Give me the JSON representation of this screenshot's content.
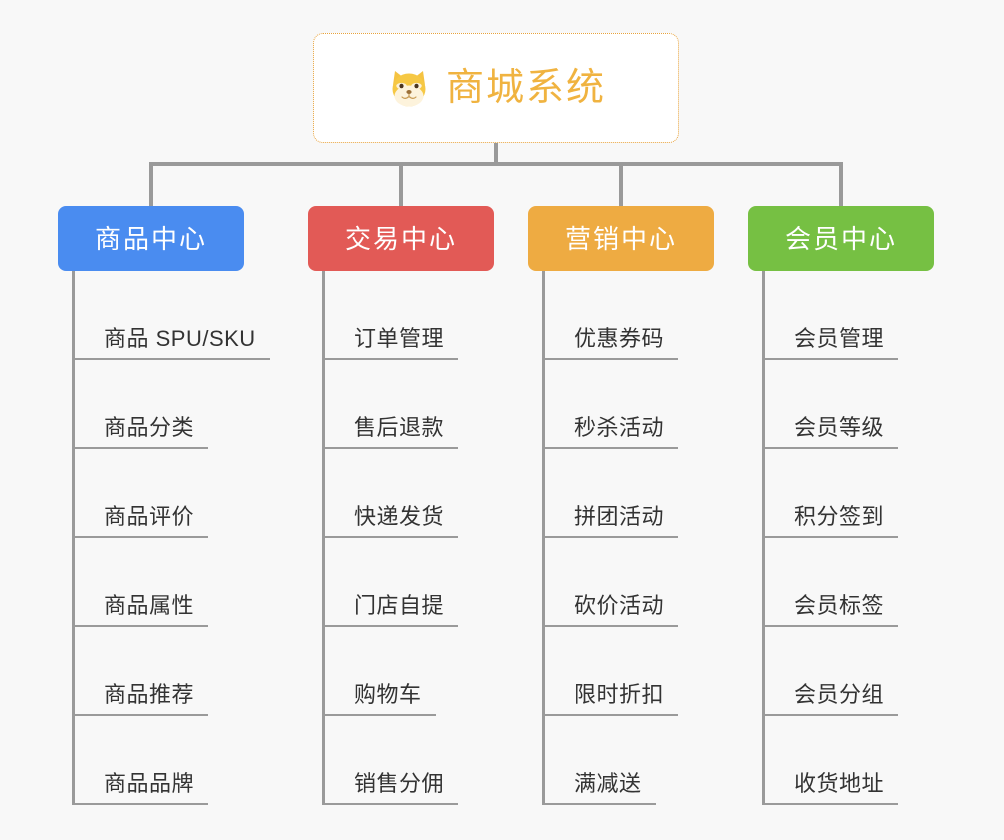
{
  "background_color": "#f8f8f8",
  "root": {
    "title": "商城系统",
    "icon": "shiba-dog-icon",
    "text_color": "#f0b340",
    "border_color": "#e8a33d",
    "background_color": "#ffffff"
  },
  "connector_color": "#9a9a9a",
  "leaf_text_color": "#333333",
  "columns": [
    {
      "header": "商品中心",
      "color": "#4a8cf0",
      "items": [
        "商品 SPU/SKU",
        "商品分类",
        "商品评价",
        "商品属性",
        "商品推荐",
        "商品品牌"
      ]
    },
    {
      "header": "交易中心",
      "color": "#e25a56",
      "items": [
        "订单管理",
        "售后退款",
        "快递发货",
        "门店自提",
        "购物车",
        "销售分佣"
      ]
    },
    {
      "header": "营销中心",
      "color": "#eeab42",
      "items": [
        "优惠券码",
        "秒杀活动",
        "拼团活动",
        "砍价活动",
        "限时折扣",
        "满减送"
      ]
    },
    {
      "header": "会员中心",
      "color": "#76c043",
      "items": [
        "会员管理",
        "会员等级",
        "积分签到",
        "会员标签",
        "会员分组",
        "收货地址"
      ]
    }
  ]
}
